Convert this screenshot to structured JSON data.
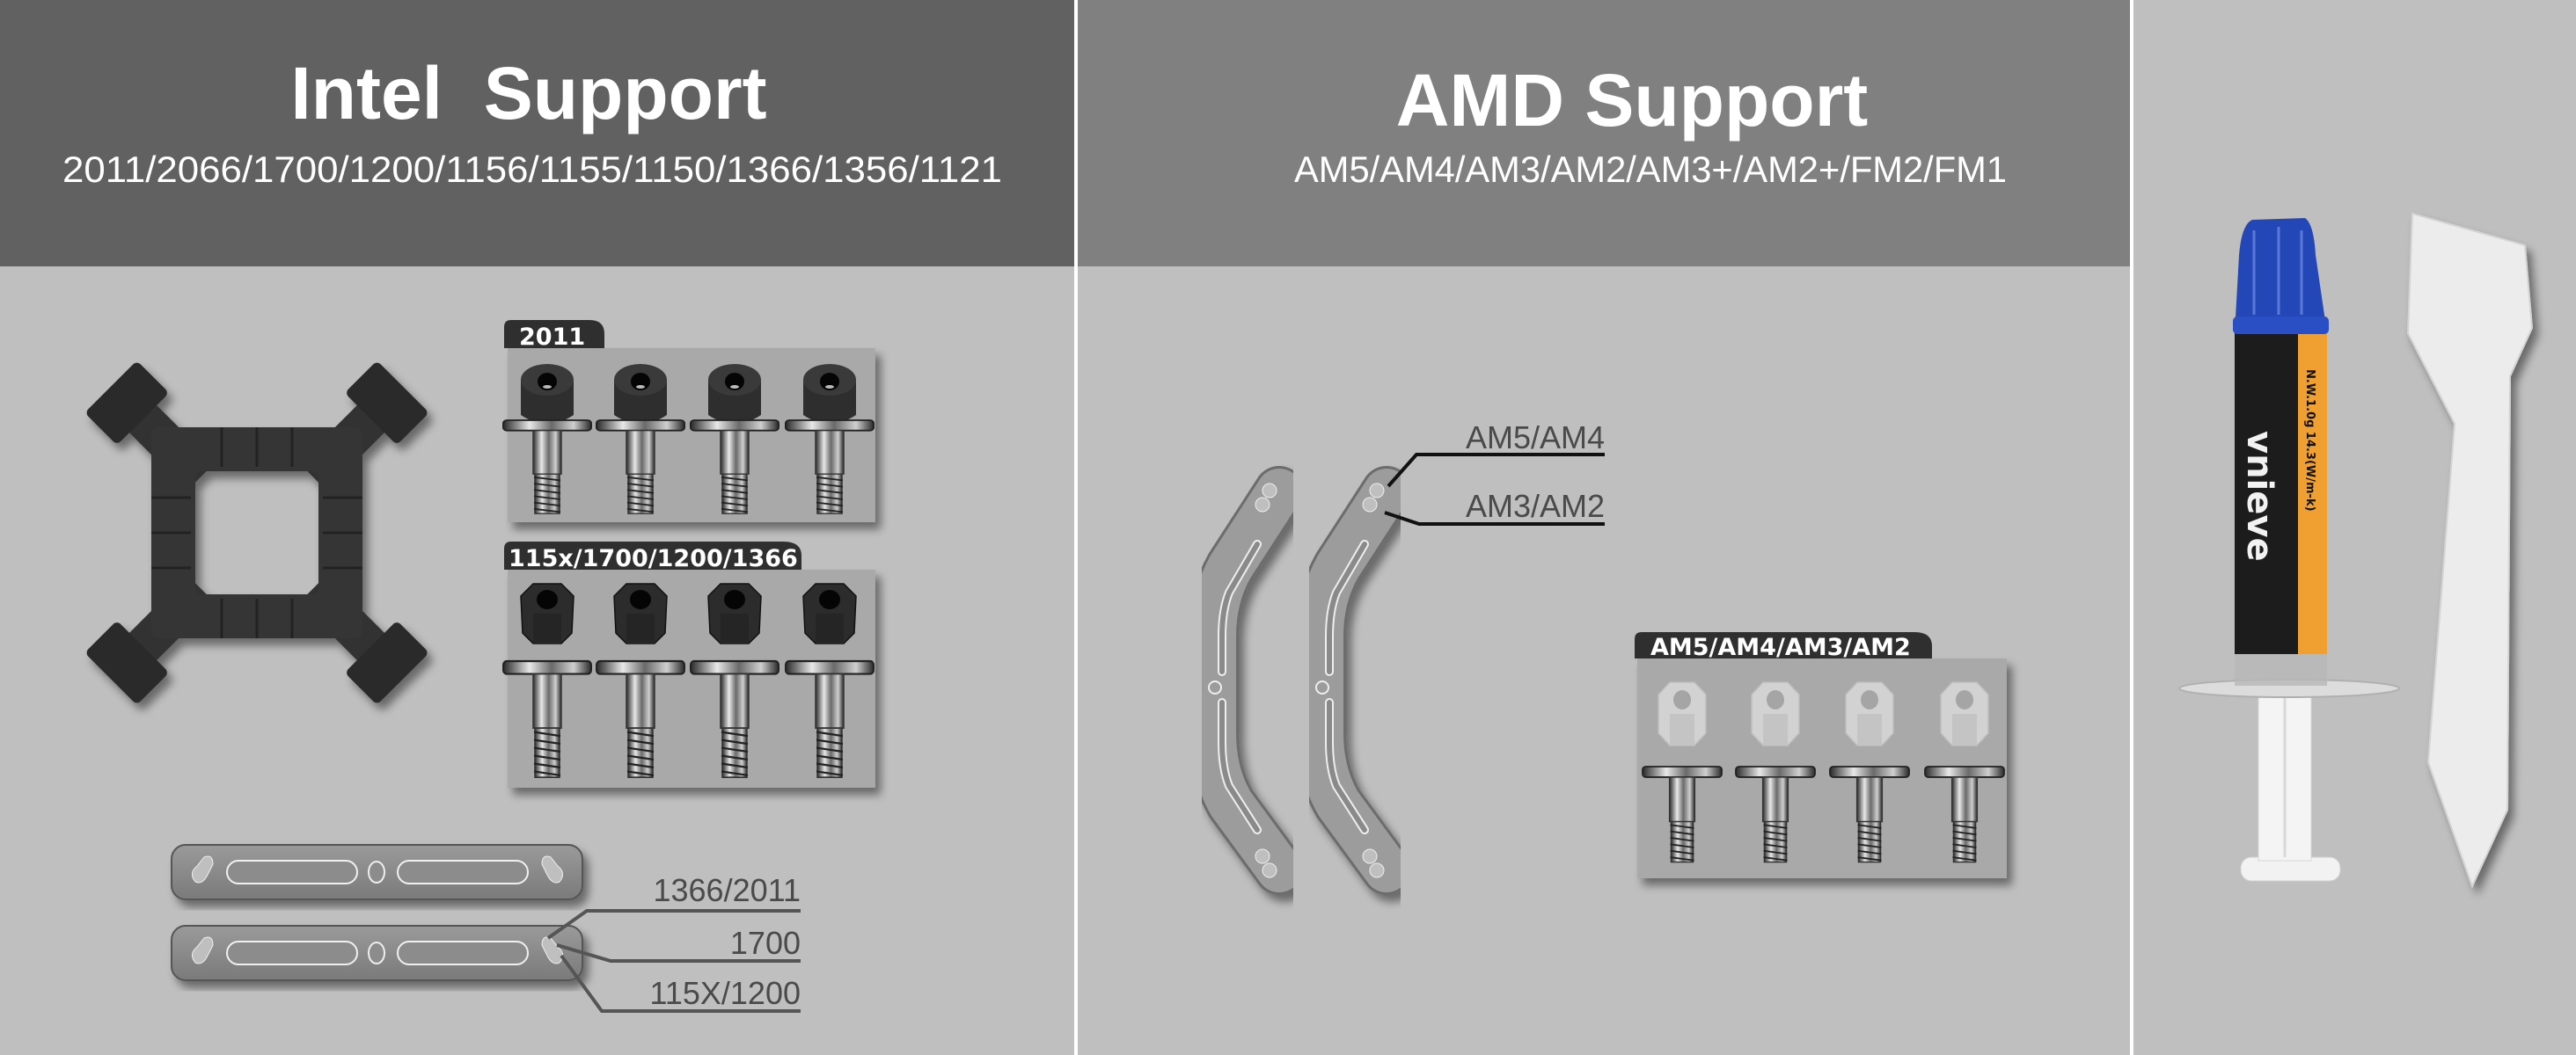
{
  "intel": {
    "title": "Intel  Support",
    "sockets": "2011/2066/1700/1200/1156/1155/1150/1366/1356/1121",
    "kit_2011_label": "2011",
    "kit_115x_label": "115x/1700/1200/1366",
    "plate_callouts": [
      "1366/2011",
      "1700",
      "115X/1200"
    ]
  },
  "amd": {
    "title": "AMD Support",
    "sockets": "AM5/AM4/AM3/AM2/AM3+/AM2+/FM2/FM1",
    "bracket_callouts": [
      "AM5/AM4",
      "AM3/AM2"
    ],
    "kit_label": "AM5/AM4/AM3/AM2"
  },
  "accessories": {
    "paste_logo": "vnieve",
    "paste_label": "N.W.1.0g 14.3(W/m-k)"
  },
  "colors": {
    "intel_header": "#616161",
    "amd_header": "#808080",
    "body": "#bfbfbf",
    "divider": "#ffffff",
    "cap_blue": "#2447b8",
    "label_orange": "#f0a030"
  }
}
